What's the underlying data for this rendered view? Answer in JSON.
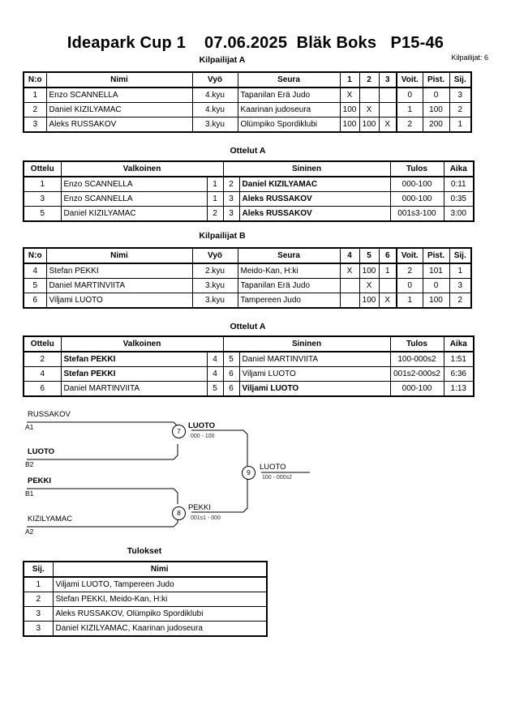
{
  "header": {
    "title": "Ideapark Cup 1    07.06.2025  Bläk Boks   P15-46",
    "competitor_count_label": "Kilpailijat: 6"
  },
  "pools": [
    {
      "caption": "Kilpailijat A",
      "columns": [
        "N:o",
        "Nimi",
        "Vyö",
        "Seura",
        "1",
        "2",
        "3",
        "Voit.",
        "Pist.",
        "Sij."
      ],
      "rows": [
        {
          "no": "1",
          "name": "Enzo SCANNELLA",
          "belt": "4.kyu",
          "club": "Tapanilan Erä Judo",
          "m": [
            "X",
            "",
            ""
          ],
          "wins": "0",
          "points": "0",
          "rank": "3"
        },
        {
          "no": "2",
          "name": "Daniel KIZILYAMAC",
          "belt": "4.kyu",
          "club": "Kaarinan judoseura",
          "m": [
            "100",
            "X",
            ""
          ],
          "wins": "1",
          "points": "100",
          "rank": "2"
        },
        {
          "no": "3",
          "name": "Aleks RUSSAKOV",
          "belt": "3.kyu",
          "club": "Olümpiko Spordiklubi",
          "m": [
            "100",
            "100",
            "X"
          ],
          "wins": "2",
          "points": "200",
          "rank": "1"
        }
      ]
    },
    {
      "caption": "Kilpailijat B",
      "columns": [
        "N:o",
        "Nimi",
        "Vyö",
        "Seura",
        "4",
        "5",
        "6",
        "Voit.",
        "Pist.",
        "Sij."
      ],
      "rows": [
        {
          "no": "4",
          "name": "Stefan PEKKI",
          "belt": "2.kyu",
          "club": "Meido-Kan, H:ki",
          "m": [
            "X",
            "100",
            "1"
          ],
          "wins": "2",
          "points": "101",
          "rank": "1"
        },
        {
          "no": "5",
          "name": "Daniel MARTINVIITA",
          "belt": "3.kyu",
          "club": "Tapanilan Erä Judo",
          "m": [
            "",
            "X",
            ""
          ],
          "wins": "0",
          "points": "0",
          "rank": "3"
        },
        {
          "no": "6",
          "name": "Viljami LUOTO",
          "belt": "3.kyu",
          "club": "Tampereen Judo",
          "m": [
            "",
            "100",
            "X"
          ],
          "wins": "1",
          "points": "100",
          "rank": "2"
        }
      ]
    }
  ],
  "matchtables": [
    {
      "caption": "Ottelut A",
      "columns": [
        "Ottelu",
        "Valkoinen",
        "",
        "",
        "Sininen",
        "Tulos",
        "Aika"
      ],
      "rows": [
        {
          "no": "1",
          "white": "Enzo SCANNELLA",
          "white_bold": false,
          "wn": "1",
          "bn": "2",
          "blue": "Daniel KIZILYAMAC",
          "blue_bold": true,
          "result": "000-100",
          "time": "0:11"
        },
        {
          "no": "3",
          "white": "Enzo SCANNELLA",
          "white_bold": false,
          "wn": "1",
          "bn": "3",
          "blue": "Aleks RUSSAKOV",
          "blue_bold": true,
          "result": "000-100",
          "time": "0:35"
        },
        {
          "no": "5",
          "white": "Daniel KIZILYAMAC",
          "white_bold": false,
          "wn": "2",
          "bn": "3",
          "blue": "Aleks RUSSAKOV",
          "blue_bold": true,
          "result": "001s3-100",
          "time": "3:00"
        }
      ]
    },
    {
      "caption": "Ottelut A",
      "columns": [
        "Ottelu",
        "Valkoinen",
        "",
        "",
        "Sininen",
        "Tulos",
        "Aika"
      ],
      "rows": [
        {
          "no": "2",
          "white": "Stefan PEKKI",
          "white_bold": true,
          "wn": "4",
          "bn": "5",
          "blue": "Daniel MARTINVIITA",
          "blue_bold": false,
          "result": "100-000s2",
          "time": "1:51"
        },
        {
          "no": "4",
          "white": "Stefan PEKKI",
          "white_bold": true,
          "wn": "4",
          "bn": "6",
          "blue": "Viljami LUOTO",
          "blue_bold": false,
          "result": "001s2-000s2",
          "time": "6:36"
        },
        {
          "no": "6",
          "white": "Daniel MARTINVIITA",
          "white_bold": false,
          "wn": "5",
          "bn": "6",
          "blue": "Viljami LUOTO",
          "blue_bold": true,
          "result": "000-100",
          "time": "1:13"
        }
      ]
    }
  ],
  "bracket": {
    "entrants": [
      {
        "name": "RUSSAKOV",
        "seed": "A1",
        "bold": false
      },
      {
        "name": "LUOTO",
        "seed": "B2",
        "bold": true
      },
      {
        "name": "PEKKI",
        "seed": "B1",
        "bold": true
      },
      {
        "name": "KIZILYAMAC",
        "seed": "A2",
        "bold": false
      }
    ],
    "matches": [
      {
        "number": "7",
        "winner": "LUOTO",
        "score": "000 - 100",
        "bold": true
      },
      {
        "number": "8",
        "winner": "PEKKI",
        "score": "001s1 - 000",
        "bold": false
      },
      {
        "number": "9",
        "winner": "LUOTO",
        "score": "100 - 000s2",
        "bold": false
      }
    ]
  },
  "results": {
    "caption": "Tulokset",
    "columns": [
      "Sij.",
      "Nimi"
    ],
    "rows": [
      {
        "rank": "1",
        "name": "Viljami LUOTO, Tampereen Judo"
      },
      {
        "rank": "2",
        "name": "Stefan PEKKI, Meido-Kan, H:ki"
      },
      {
        "rank": "3",
        "name": "Aleks RUSSAKOV, Olümpiko Spordiklubi"
      },
      {
        "rank": "3",
        "name": "Daniel KIZILYAMAC, Kaarinan judoseura"
      }
    ]
  }
}
